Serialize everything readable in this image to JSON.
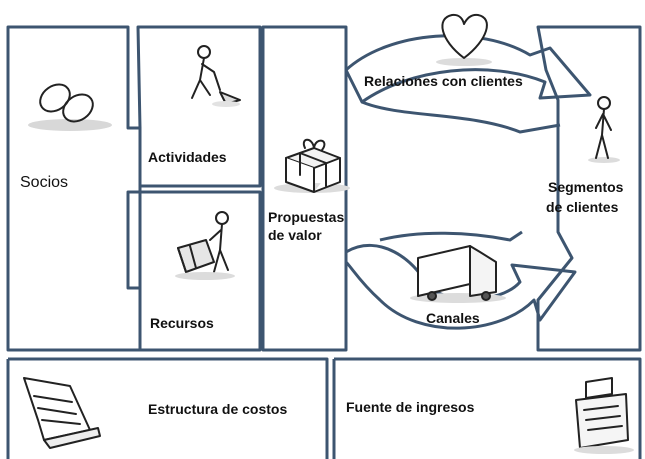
{
  "blocks": {
    "socios": "Socios",
    "actividades": "Actividades",
    "recursos": "Recursos",
    "propuestas": [
      "Propuestas",
      "de valor"
    ],
    "relaciones": "Relaciones con clientes",
    "canales": "Canales",
    "segmentos": [
      "Segmentos",
      "de clientes"
    ],
    "costos": "Estructura de costos",
    "ingresos": "Fuente de ingresos"
  },
  "icons": {
    "socios": "interlocked-rings-icon",
    "actividades": "person-working-icon",
    "recursos": "person-with-machine-icon",
    "propuestas": "gift-box-icon",
    "relaciones": "heart-icon",
    "canales": "delivery-truck-icon",
    "segmentos": "person-standing-icon",
    "costos": "invoice-paper-icon",
    "ingresos": "cash-register-icon"
  },
  "colors": {
    "border": "#3d5570",
    "ink": "#111111",
    "background": "#ffffff"
  }
}
